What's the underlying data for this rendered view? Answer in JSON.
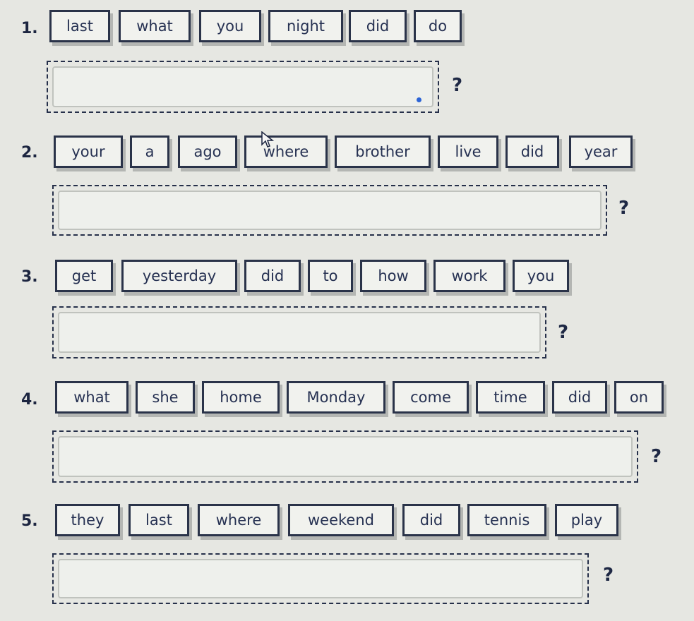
{
  "exercises": [
    {
      "number": "1.",
      "words": [
        "last",
        "what",
        "you",
        "night",
        "did",
        "do"
      ],
      "answer_value": "",
      "end_mark": "?"
    },
    {
      "number": "2.",
      "words": [
        "your",
        "a",
        "ago",
        "where",
        "brother",
        "live",
        "did",
        "year"
      ],
      "answer_value": "",
      "end_mark": "?"
    },
    {
      "number": "3.",
      "words": [
        "get",
        "yesterday",
        "did",
        "to",
        "how",
        "work",
        "you"
      ],
      "answer_value": "",
      "end_mark": "?"
    },
    {
      "number": "4.",
      "words": [
        "what",
        "she",
        "home",
        "Monday",
        "come",
        "time",
        "did",
        "on"
      ],
      "answer_value": "",
      "end_mark": "?"
    },
    {
      "number": "5.",
      "words": [
        "they",
        "last",
        "where",
        "weekend",
        "did",
        "tennis",
        "play"
      ],
      "answer_value": "",
      "end_mark": "?"
    }
  ]
}
